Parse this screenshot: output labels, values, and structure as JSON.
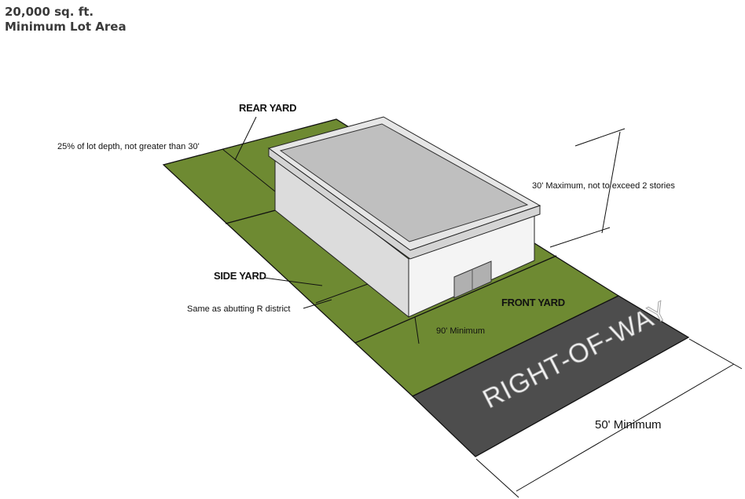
{
  "heading": {
    "line1": "20,000 sq. ft.",
    "line2": "Minimum Lot Area"
  },
  "labels": {
    "rear_yard": "REAR YARD",
    "rear_yard_note": "25% of lot depth, not greater than 30'",
    "height_note": "30' Maximum, not to exceed 2 stories",
    "side_yard": "SIDE YARD",
    "side_yard_note": "Same as abutting R district",
    "front_yard": "FRONT YARD",
    "front_note": "90' Minimum",
    "right_of_way": "RIGHT-OF-WAY",
    "frontage_note": "50' Minimum"
  },
  "colors": {
    "lawn": "#6e8a32",
    "road": "#4d4d4d",
    "roof": "#bfbfbf",
    "wall_front": "#f4f4f4",
    "wall_side": "#d9d9d9"
  }
}
